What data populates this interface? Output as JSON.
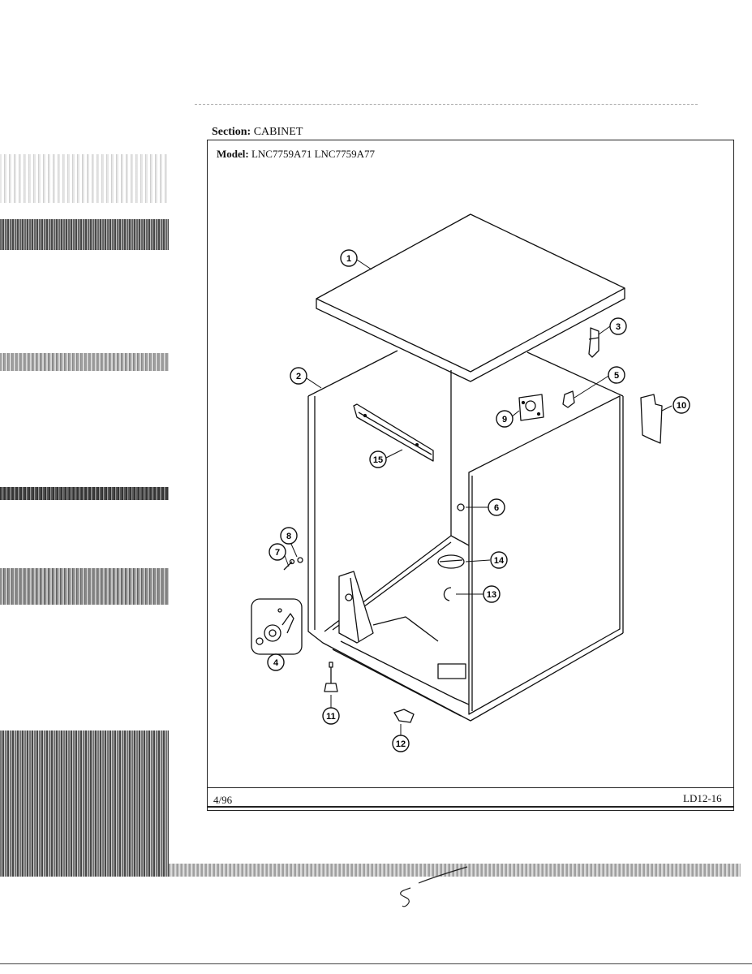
{
  "header": {
    "section_key": "Section:",
    "section_value": "CABINET",
    "model_key": "Model:",
    "model_value": "LNC7759A71  LNC7759A77"
  },
  "footer": {
    "date": "4/96",
    "page_code": "LD12-16"
  },
  "callouts": [
    "1",
    "2",
    "3",
    "4",
    "5",
    "6",
    "7",
    "8",
    "9",
    "10",
    "11",
    "12",
    "13",
    "14",
    "15"
  ]
}
